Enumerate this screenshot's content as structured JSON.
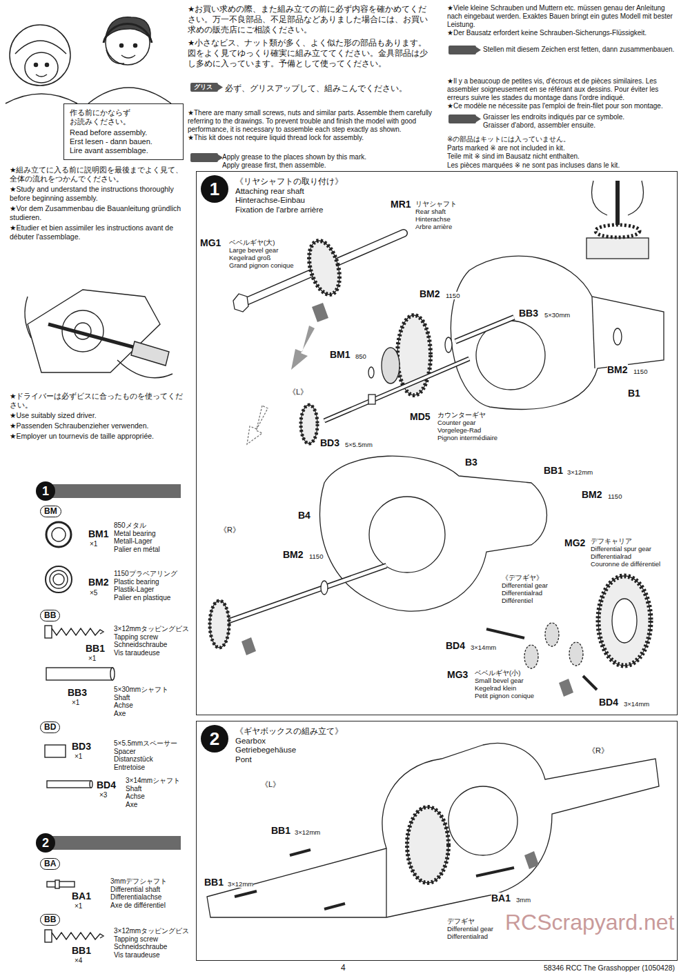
{
  "diagram": {
    "nodes": [
      {
        "text": [
          "作る前にかならず お読みください。",
          "Read before assembly.",
          "Erst lesen - dann bauen.",
          "Lire avant assemblage."
        ]
      },
      {
        "text": [
          "《リヤシャフトの取り付け》",
          "Attaching rear shaft",
          "Hinterachse-Einbau",
          "Fixation de l'arbre arrière"
        ]
      },
      {
        "text": [
          "1"
        ],
        "in": 1
      },
      {
        "text": [
          "1"
        ]
      },
      {
        "text": [
          "BM"
        ]
      },
      {
        "text": [
          "BB"
        ]
      },
      {
        "text": [
          "BD"
        ]
      },
      {
        "text": [
          "《ギヤボックスの組み立て》",
          "Gearbox",
          "Getriebegehäuse",
          "Pont"
        ]
      },
      {
        "text": [
          "2"
        ],
        "in": 7
      },
      {
        "text": [
          "2"
        ]
      },
      {
        "text": [
          "BA"
        ]
      },
      {
        "text": [
          "BB"
        ]
      }
    ],
    "labels": [
      "★お買い求めの際、また組み立ての前に必ず内容を確かめてください。万一不良部品、不足部品などありました場合には、お買い求めの販売店にご相談ください。",
      "★小さなビス、ナット類が多く、よく似た形の部品もあります。図をよく見てゆっくり確実に組み立ててください。金具部品は少し多めに入っています。予備として使ってください。",
      "グリス",
      "必ず、グリスアップして、組みこんでください。",
      "★There are many small screws, nuts and similar parts. Assemble them carefully referring to the drawings. To prevent trouble and finish the model with good performance, it is necessary to assemble each step exactly as shown.",
      "★This kit does not require liquid thread lock for assembly.",
      "Apply grease to the places shown by this mark.",
      "Apply grease first, then assemble.",
      "★Viele kleine Schrauben und Muttern etc. müssen genau der Anleitung nach eingebaut werden. Exaktes Bauen bringt ein gutes Modell mit bester Leistung.",
      "★Der Bausatz erfordert keine Schrauben-Sicherungs-Flüssigkeit.",
      "Stellen mit diesem Zeichen erst fetten, dann zusammenbauen.",
      "★Il y a beaucoup de petites vis, d'écrous et de pièces similaires. Les assembler soigneusement en se référant aux dessins. Pour éviter les erreurs suivre les stades du montage dans l'ordre indiqué.",
      "★Ce modèle ne nécessite pas l'emploi de frein-filet pour son montage.",
      "Graisser les endroits indiqués par ce symbole.",
      "Graisser d'abord, assembler ensuite.",
      "※の部品はキットには入っていません。",
      "Parts marked ※ are not included in kit.",
      "Teile mit ※ sind im Bausatz nicht enthalten.",
      "Les pièces marquées ※ ne sont pas incluses dans le kit.",
      "★組み立てに入る前に説明図を最後までよく見て、全体の流れをつかんでください。",
      "★Study and understand the instructions thoroughly before beginning assembly.",
      "★Vor dem Zusammenbau die Bauanleitung gründlich studieren.",
      "★Etudier et bien assimiler les instructions avant de débuter l'assemblage.",
      "★ドライバーは必ずビスに合ったものを使ってください。",
      "★Use suitably sized driver.",
      "★Passenden Schraubenzieher verwenden.",
      "★Employer un tournevis de taille appropriée.",
      "BM1",
      "×1",
      "850メタル",
      "Metal bearing",
      "Metall-Lager",
      "Palier en métal",
      "BM2",
      "×5",
      "1150プラベアリング",
      "Plastic bearing",
      "Plastik-Lager",
      "Palier en plastique",
      "3×12mmタッピングビス",
      "Tapping screw",
      "Schneidschraube",
      "Vis taraudeuse",
      "BB1",
      "×1",
      "BB3",
      "×1",
      "5×30mmシャフト",
      "Shaft",
      "Achse",
      "Axe",
      "BD3",
      "×1",
      "5×5.5mmスペーサー",
      "Spacer",
      "Distanzstück",
      "Entretoise",
      "BD4",
      "×3",
      "3×14mmシャフト",
      "Shaft",
      "Achse",
      "Axe",
      "BA1",
      "×1",
      "3mmデフシャフト",
      "Differential shaft",
      "Differentialachse",
      "Axe de différentiel",
      "3×12mmタッピングビス",
      "Tapping screw",
      "Schneidschraube",
      "Vis taraudeuse",
      "BB1",
      "×4",
      "MR1",
      "リヤシャフト",
      "Rear shaft",
      "Hinterachse",
      "Arbre arrière",
      "MG1",
      "ベベルギヤ(大)",
      "Large bevel gear",
      "Kegelrad groß",
      "Grand pignon conique",
      "BB3",
      "5×30mm",
      "BM2",
      "1150",
      "BM1",
      "850",
      "《L》",
      "BM2",
      "1150",
      "B1",
      "MD5",
      "カウンターギヤ",
      "Counter gear",
      "Vorgelege-Rad",
      "Pignon intermédiaire",
      "BD3",
      "5×5.5mm",
      "B3",
      "BB1",
      "3×12mm",
      "BM2",
      "1150",
      "B4",
      "《R》",
      "BM2",
      "1150",
      "MG2",
      "デフキャリア",
      "Differential spur gear",
      "Differentialrad",
      "Couronne de différentiel",
      "《デフギヤ》",
      "Differential gear",
      "Differentialrad",
      "Différentiel",
      "BD4",
      "3×14mm",
      "MG3",
      "ベベルギヤ(小)",
      "Small bevel gear",
      "Kegelrad klein",
      "Petit pignon conique",
      "BD4",
      "3×14mm",
      "《R》",
      "《L》",
      "BB1",
      "3×12mm",
      "BB1",
      "3×12mm",
      "デフギヤ",
      "Differential gear",
      "Differentialrad",
      "BA1",
      "3mm",
      "4",
      "58346 RCC The Grasshopper (1050428)",
      "RCScrapyard.net"
    ]
  }
}
